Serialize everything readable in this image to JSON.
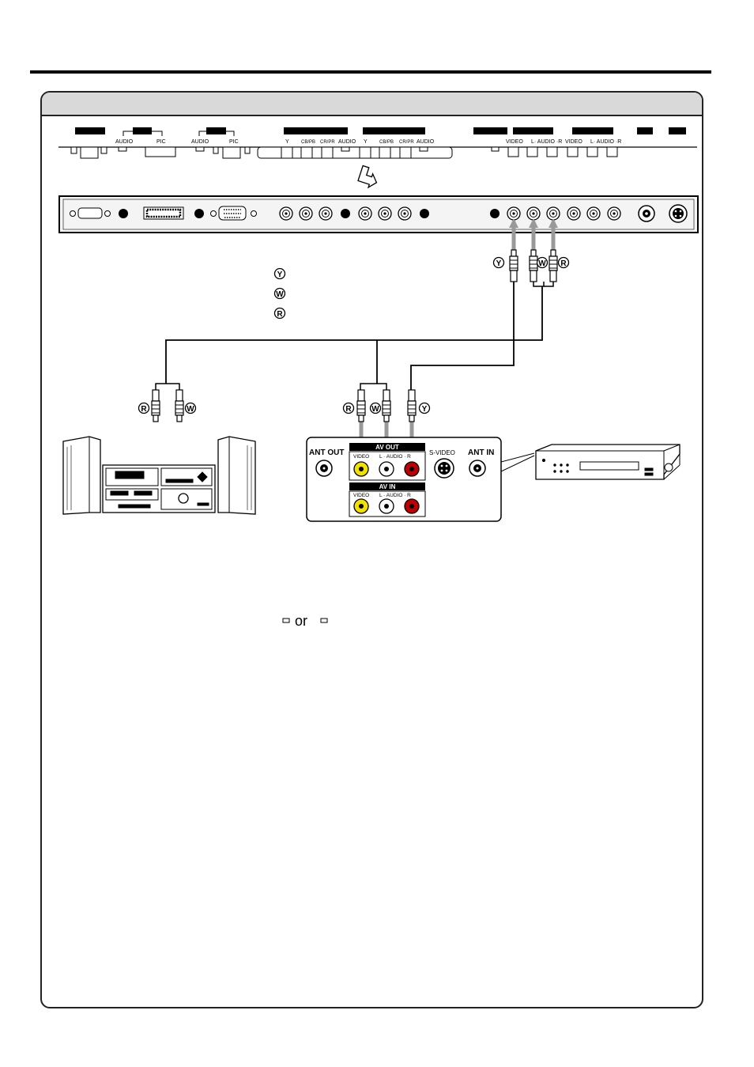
{
  "top_panel_labels": {
    "audio_1": "AUDIO",
    "pic_1": "PIC",
    "audio_2": "AUDIO",
    "pic_2": "PIC",
    "comp1": [
      "Y",
      "CB/PB",
      "CR/PR",
      "AUDIO"
    ],
    "comp2": [
      "Y",
      "CB/PB",
      "CR/PR",
      "AUDIO"
    ],
    "av1": [
      "VIDEO",
      "L· AUDIO ·R"
    ],
    "av2": [
      "VIDEO",
      "L· AUDIO ·R"
    ]
  },
  "legend": {
    "y_symbol": "Y",
    "w_symbol": "W",
    "r_symbol": "R"
  },
  "plug_symbols": {
    "y": "Y",
    "w": "W",
    "r": "R"
  },
  "vcr_panel": {
    "ant_out": "ANT OUT",
    "av_out": "AV OUT",
    "video": "VIDEO",
    "audio": "L · AUDIO · R",
    "av_in": "AV IN",
    "s_video": "S-VIDEO",
    "ant_in": "ANT IN",
    "video_in": "VIDEO",
    "audio_in": "L · AUDIO · R"
  },
  "note_text": "or",
  "colors": {
    "cable_gray": "#999999",
    "yellow_jack": "#f2e000",
    "red_jack": "#c00000",
    "header_gray": "#d9d9d9"
  }
}
